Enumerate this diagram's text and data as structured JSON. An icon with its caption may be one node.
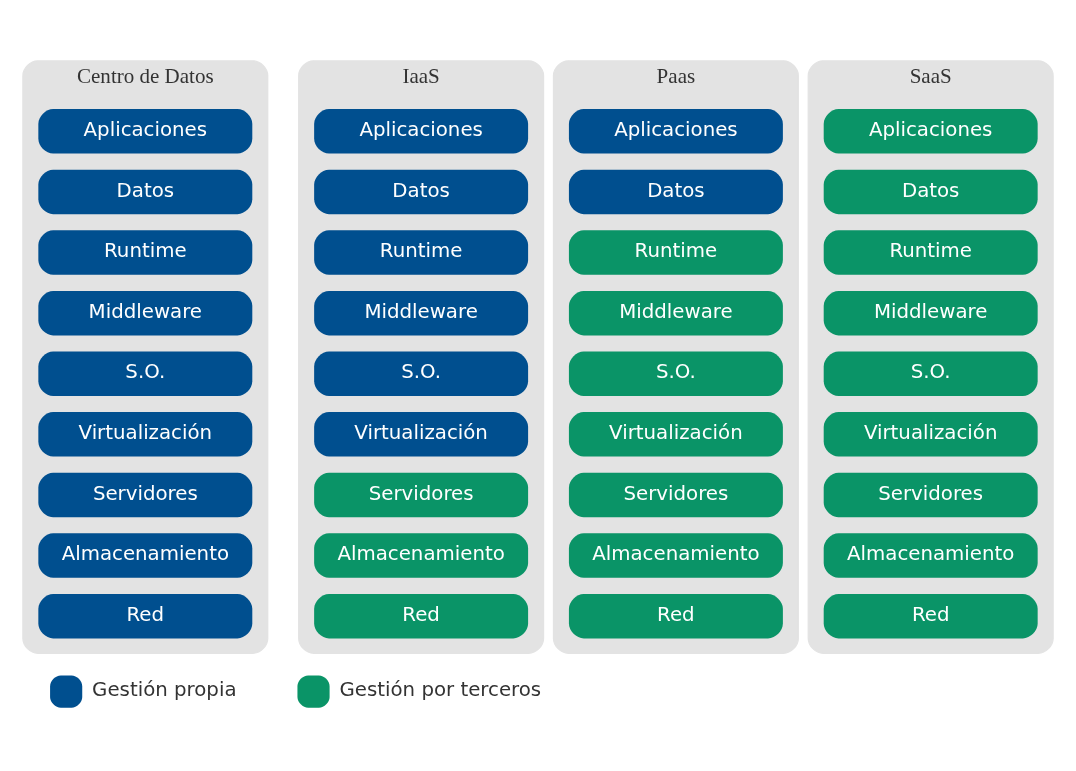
{
  "diagram": {
    "nodes": [
      {
        "text": [
          "Centro de Datos"
        ]
      },
      {
        "text": [
          "Aplicaciones"
        ],
        "in": 0
      },
      {
        "text": [
          "Datos"
        ],
        "in": 0
      },
      {
        "text": [
          "Runtime"
        ],
        "in": 0
      },
      {
        "text": [
          "Middleware"
        ],
        "in": 0
      },
      {
        "text": [
          "S.O."
        ],
        "in": 0
      },
      {
        "text": [
          "Virtualización"
        ],
        "in": 0
      },
      {
        "text": [
          "Servidores"
        ],
        "in": 0
      },
      {
        "text": [
          "Almacenamiento"
        ],
        "in": 0
      },
      {
        "text": [
          "Red"
        ],
        "in": 0
      },
      {
        "text": [
          "IaaS"
        ]
      },
      {
        "text": [
          "Aplicaciones"
        ],
        "in": 10
      },
      {
        "text": [
          "Datos"
        ],
        "in": 10
      },
      {
        "text": [
          "Runtime"
        ],
        "in": 10
      },
      {
        "text": [
          "Middleware"
        ],
        "in": 10
      },
      {
        "text": [
          "S.O."
        ],
        "in": 10
      },
      {
        "text": [
          "Virtualización"
        ],
        "in": 10
      },
      {
        "text": [
          "Servidores"
        ],
        "in": 10
      },
      {
        "text": [
          "Almacenamiento"
        ],
        "in": 10
      },
      {
        "text": [
          "Red"
        ],
        "in": 10
      },
      {
        "text": [
          "Paas"
        ]
      },
      {
        "text": [
          "Aplicaciones"
        ],
        "in": 20
      },
      {
        "text": [
          "Datos"
        ],
        "in": 20
      },
      {
        "text": [
          "Runtime"
        ],
        "in": 20
      },
      {
        "text": [
          "Middleware"
        ],
        "in": 20
      },
      {
        "text": [
          "S.O."
        ],
        "in": 20
      },
      {
        "text": [
          "Virtualización"
        ],
        "in": 20
      },
      {
        "text": [
          "Servidores"
        ],
        "in": 20
      },
      {
        "text": [
          "Almacenamiento"
        ],
        "in": 20
      },
      {
        "text": [
          "Red"
        ],
        "in": 20
      },
      {
        "text": [
          "SaaS"
        ]
      },
      {
        "text": [
          "Aplicaciones"
        ],
        "in": 30
      },
      {
        "text": [
          "Datos"
        ],
        "in": 30
      },
      {
        "text": [
          "Runtime"
        ],
        "in": 30
      },
      {
        "text": [
          "Middleware"
        ],
        "in": 30
      },
      {
        "text": [
          "S.O."
        ],
        "in": 30
      },
      {
        "text": [
          "Virtualización"
        ],
        "in": 30
      },
      {
        "text": [
          "Servidores"
        ],
        "in": 30
      },
      {
        "text": [
          "Almacenamiento"
        ],
        "in": 30
      },
      {
        "text": [
          "Red"
        ],
        "in": 30
      }
    ],
    "edges": [],
    "legend": [
      {
        "text": "Gestión propia",
        "color": "#004f8f"
      },
      {
        "text": "Gestión por terceros",
        "color": "#0a9467"
      }
    ]
  }
}
